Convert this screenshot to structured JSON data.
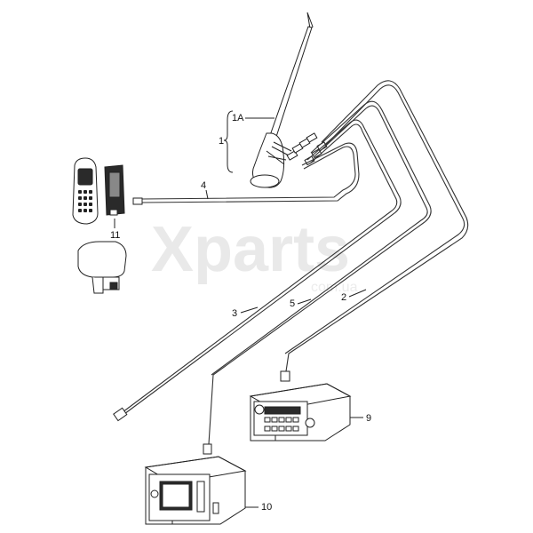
{
  "watermark": {
    "brand": "Xparts",
    "domain": "com.ua"
  },
  "callouts": {
    "c1": "1",
    "c1a": "1A",
    "c2": "2",
    "c3": "3",
    "c4": "4",
    "c5": "5",
    "c9": "9",
    "c10": "10",
    "c11": "11"
  },
  "colors": {
    "line": "#222222",
    "watermark": "#e9e9e9",
    "background": "#ffffff"
  }
}
